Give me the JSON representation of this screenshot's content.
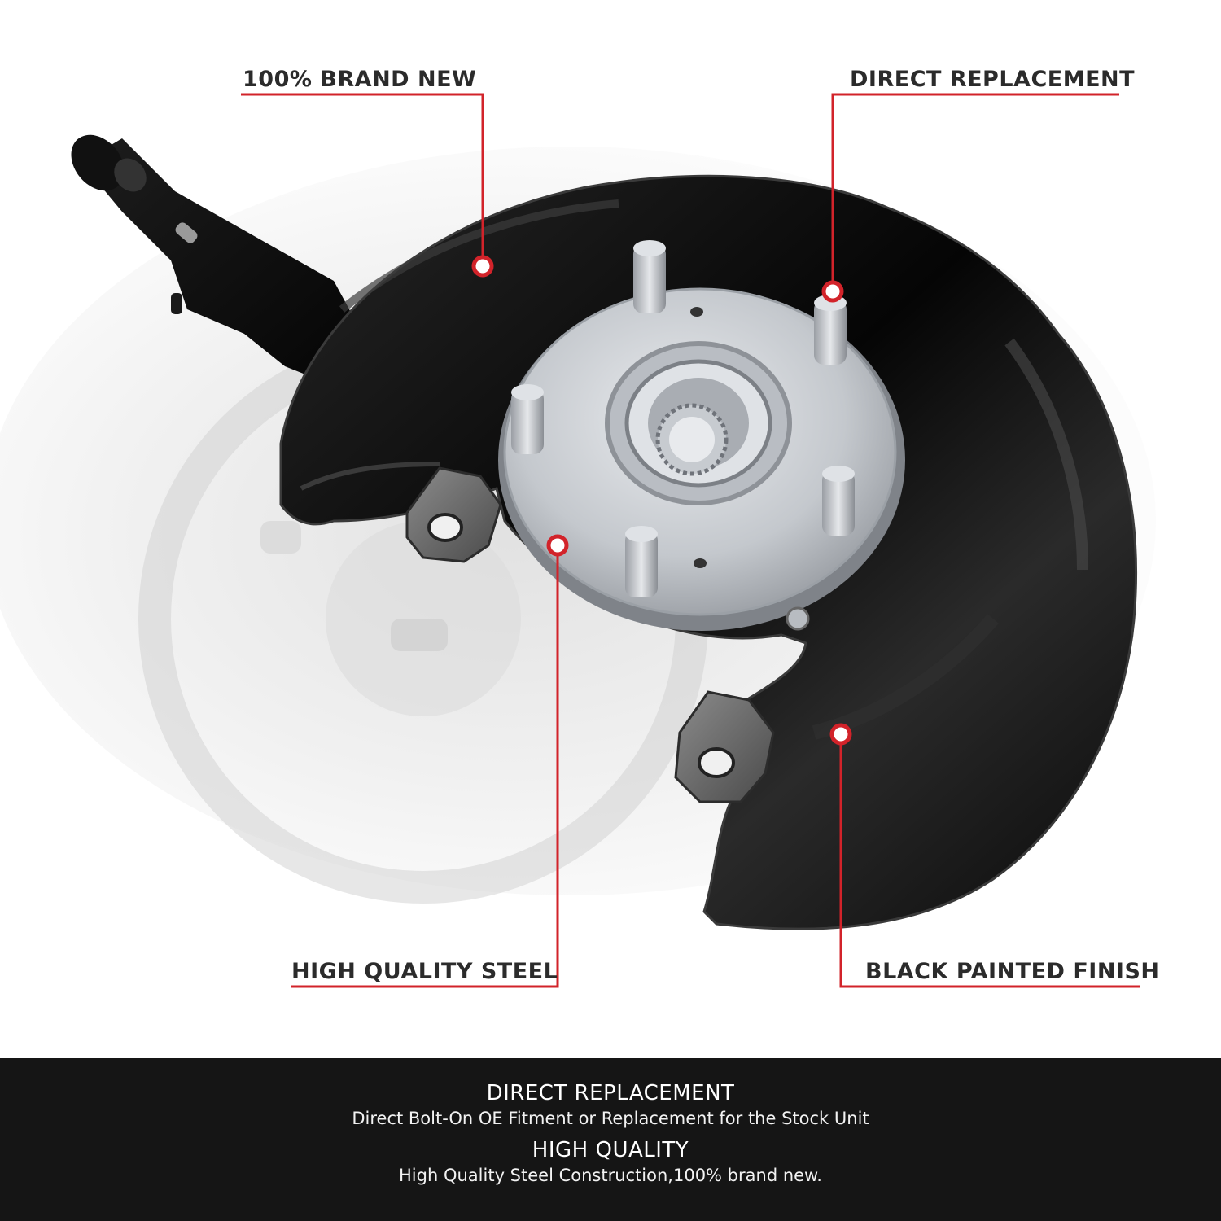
{
  "callouts": {
    "brand_new": "100% BRAND NEW",
    "direct_replacement": "DIRECT REPLACEMENT",
    "high_quality_steel": "HIGH QUALITY STEEL",
    "black_painted_finish": "BLACK PAINTED FINISH"
  },
  "footer": {
    "feature_1_title": "DIRECT REPLACEMENT",
    "feature_1_text": "Direct Bolt-On OE Fitment or Replacement for the Stock Unit",
    "feature_2_title": "HIGH QUALITY",
    "feature_2_text": "High Quality Steel Construction,100% brand new."
  },
  "colors": {
    "accent_red": "#d2232a",
    "label_text": "#2b2b2b",
    "footer_bg": "#151515",
    "part_black": "#0d0d0d",
    "hub_silver": "#c9ccd1"
  },
  "icons": {
    "callout_marker": "red-ring-dot"
  }
}
